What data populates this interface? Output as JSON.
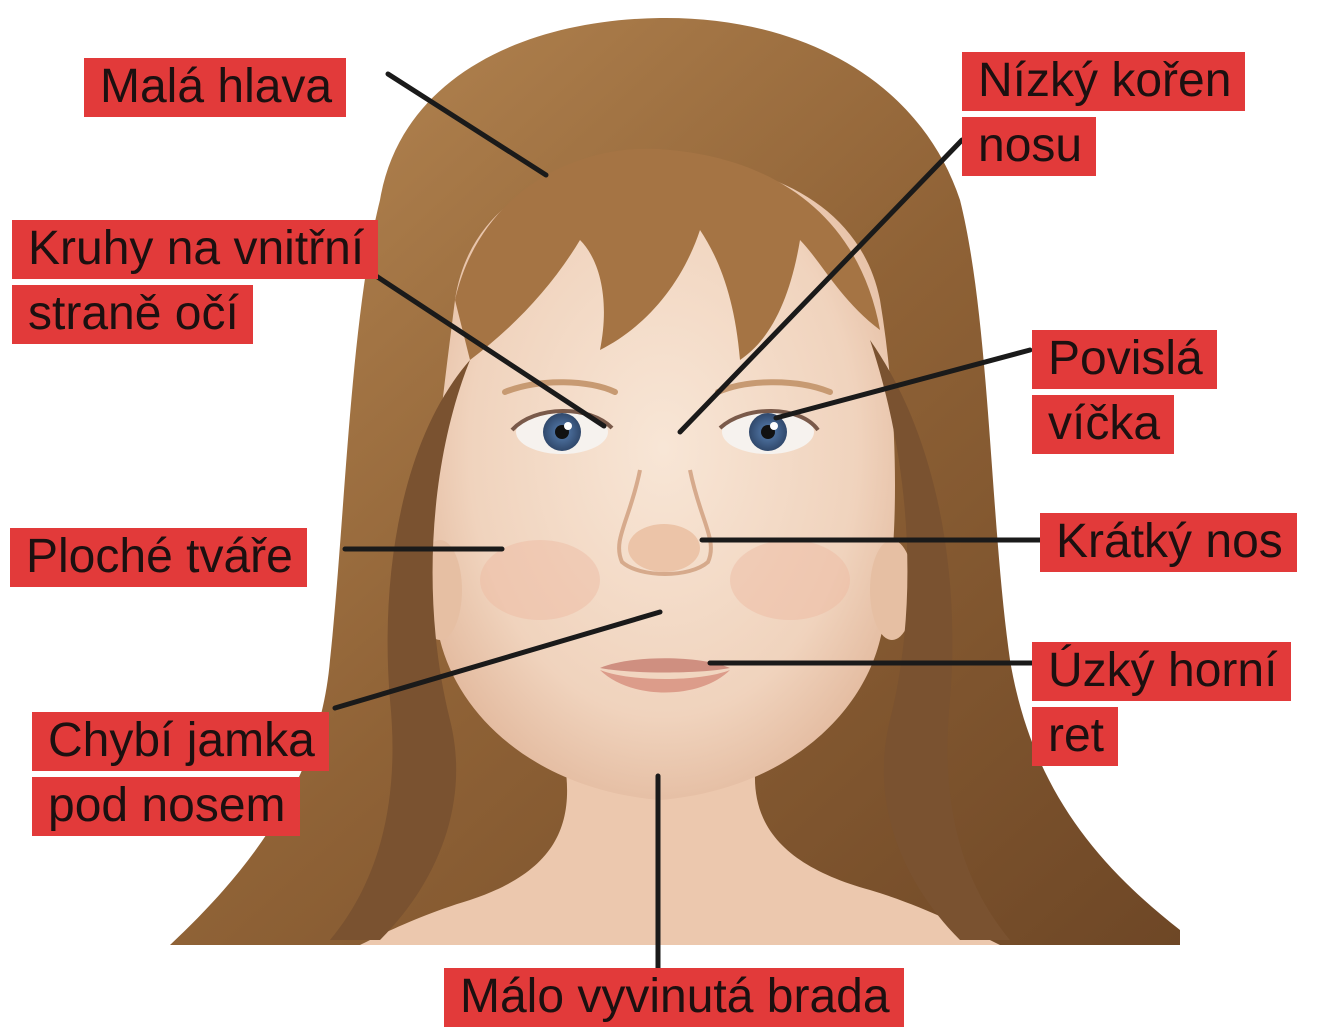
{
  "labels": {
    "mala_hlava": {
      "lines": [
        "Malá hlava"
      ]
    },
    "nizky_koren_nosu": {
      "lines": [
        "Nízký kořen",
        "nosu"
      ]
    },
    "kruhy": {
      "lines": [
        "Kruhy na vnitřní",
        "straně očí"
      ]
    },
    "povisla_vicka": {
      "lines": [
        "Povislá",
        "víčka"
      ]
    },
    "ploche_tvare": {
      "lines": [
        "Ploché tváře"
      ]
    },
    "kratky_nos": {
      "lines": [
        "Krátký nos"
      ]
    },
    "uzky_horni_ret": {
      "lines": [
        "Úzký horní",
        "ret"
      ]
    },
    "chybi_jamka": {
      "lines": [
        "Chybí jamka",
        "pod nosem"
      ]
    },
    "malo_vyvinuta_brada": {
      "lines": [
        "Málo vyvinutá brada"
      ]
    }
  },
  "colors": {
    "label_background": "#e23a3a",
    "label_text": "#1c1010",
    "leader_line": "#1a1a1a",
    "hair": "#9a6a3a",
    "skin": "#f3d9c4",
    "iris": "#4a6d9a"
  }
}
